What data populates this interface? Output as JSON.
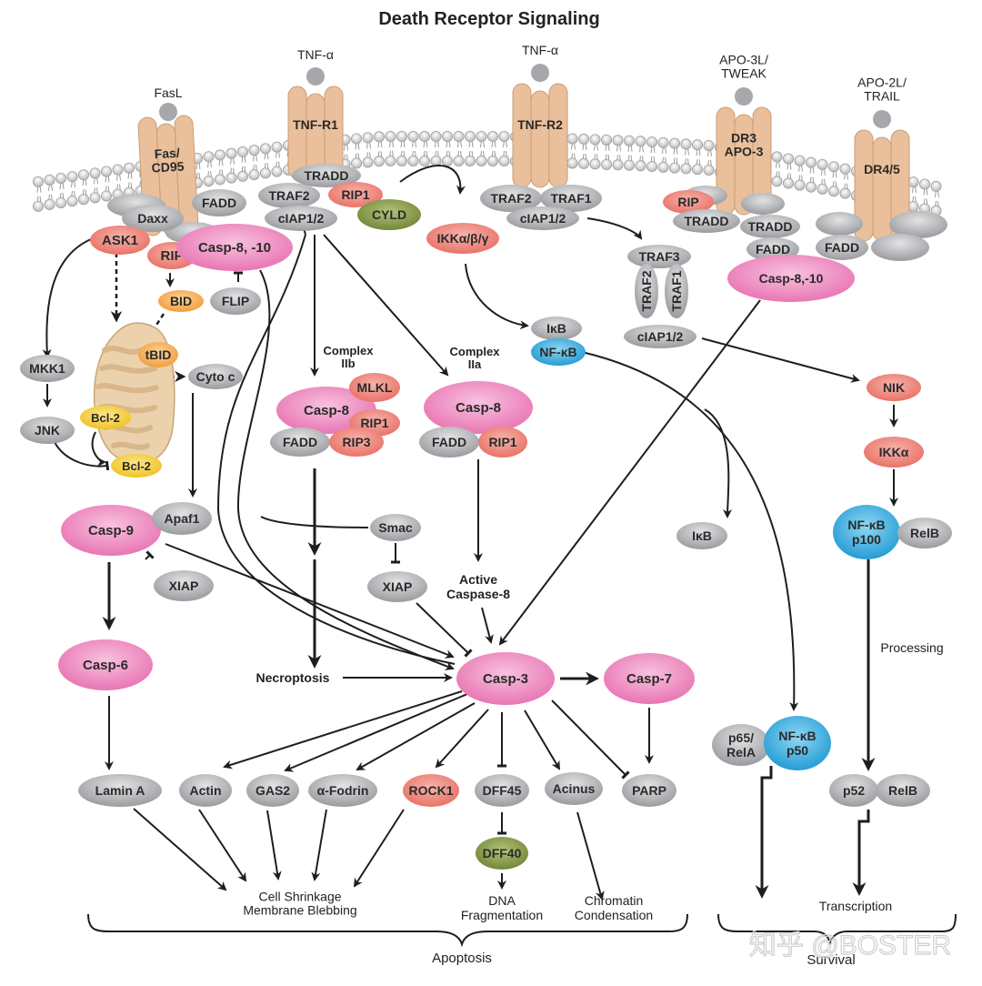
{
  "title": "Death Receptor Signaling",
  "colors": {
    "gray": "#a9aaad",
    "pink": "#ec7fba",
    "salmon": "#ec7d72",
    "orange": "#f3a84a",
    "yellow": "#f2c831",
    "olive": "#7f9140",
    "blue": "#2ea8dc",
    "receptor": "#e9c09b",
    "membrane": "#d6d6d6",
    "line": "#1e1e1e"
  },
  "ligands": [
    {
      "id": "fasl",
      "label": "FasL"
    },
    {
      "id": "tnfa1",
      "label": "TNF-α"
    },
    {
      "id": "tnfa2",
      "label": "TNF-α"
    },
    {
      "id": "apo3l",
      "label": "APO-3L/\nTWEAK"
    },
    {
      "id": "apo2l",
      "label": "APO-2L/\nTRAIL"
    }
  ],
  "receptors": [
    {
      "id": "fas",
      "label": "Fas/\nCD95"
    },
    {
      "id": "tnfr1",
      "label": "TNF-R1"
    },
    {
      "id": "tnfr2",
      "label": "TNF-R2"
    },
    {
      "id": "dr3",
      "label": "DR3\nAPO-3"
    },
    {
      "id": "dr45",
      "label": "DR4/5"
    }
  ],
  "nodes": [
    {
      "id": "daxx",
      "label": "Daxx",
      "color": "gray"
    },
    {
      "id": "fadd_fas",
      "label": "FADD",
      "color": "gray"
    },
    {
      "id": "ask1",
      "label": "ASK1",
      "color": "salmon"
    },
    {
      "id": "rip_fas",
      "label": "RIP",
      "color": "salmon"
    },
    {
      "id": "casp810_fas",
      "label": "Casp-8, -10",
      "color": "pink"
    },
    {
      "id": "bid",
      "label": "BID",
      "color": "orange"
    },
    {
      "id": "flip",
      "label": "FLIP",
      "color": "gray"
    },
    {
      "id": "tradd_r1",
      "label": "TRADD",
      "color": "gray"
    },
    {
      "id": "traf2_r1",
      "label": "TRAF2",
      "color": "gray"
    },
    {
      "id": "rip1_r1",
      "label": "RIP1",
      "color": "salmon"
    },
    {
      "id": "ciap_r1",
      "label": "cIAP1/2",
      "color": "gray"
    },
    {
      "id": "cyld",
      "label": "CYLD",
      "color": "olive"
    },
    {
      "id": "ikk",
      "label": "IKKα/β/γ",
      "color": "salmon"
    },
    {
      "id": "traf2_r2",
      "label": "TRAF2",
      "color": "gray"
    },
    {
      "id": "traf1_r2",
      "label": "TRAF1",
      "color": "gray"
    },
    {
      "id": "ciap_r2",
      "label": "cIAP1/2",
      "color": "gray"
    },
    {
      "id": "rip_dr3",
      "label": "RIP",
      "color": "salmon"
    },
    {
      "id": "tradd_dr3a",
      "label": "TRADD",
      "color": "gray"
    },
    {
      "id": "tradd_dr3b",
      "label": "TRADD",
      "color": "gray"
    },
    {
      "id": "fadd_dr3",
      "label": "FADD",
      "color": "gray"
    },
    {
      "id": "fadd_dr45",
      "label": "FADD",
      "color": "gray"
    },
    {
      "id": "casp810_dr",
      "label": "Casp-8,-10",
      "color": "pink"
    },
    {
      "id": "traf3",
      "label": "TRAF3",
      "color": "gray"
    },
    {
      "id": "traf2_v",
      "label": "TRAF2",
      "color": "gray"
    },
    {
      "id": "traf1_v",
      "label": "TRAF1",
      "color": "gray"
    },
    {
      "id": "ciap_v",
      "label": "cIAP1/2",
      "color": "gray"
    },
    {
      "id": "ikb_top",
      "label": "IκB",
      "color": "gray"
    },
    {
      "id": "nfkb_top",
      "label": "NF-κB",
      "color": "blue"
    },
    {
      "id": "mkk1",
      "label": "MKK1",
      "color": "gray"
    },
    {
      "id": "jnk",
      "label": "JNK",
      "color": "gray"
    },
    {
      "id": "tbid",
      "label": "tBID",
      "color": "orange"
    },
    {
      "id": "cytoc",
      "label": "Cyto c",
      "color": "gray"
    },
    {
      "id": "bcl2a",
      "label": "Bcl-2",
      "color": "yellow"
    },
    {
      "id": "bcl2b",
      "label": "Bcl-2",
      "color": "yellow"
    },
    {
      "id": "casp8_iib",
      "label": "Casp-8",
      "color": "pink"
    },
    {
      "id": "mlkl",
      "label": "MLKL",
      "color": "salmon"
    },
    {
      "id": "rip1_iib",
      "label": "RIP1",
      "color": "salmon"
    },
    {
      "id": "fadd_iib",
      "label": "FADD",
      "color": "gray"
    },
    {
      "id": "rip3",
      "label": "RIP3",
      "color": "salmon"
    },
    {
      "id": "casp8_iia",
      "label": "Casp-8",
      "color": "pink"
    },
    {
      "id": "fadd_iia",
      "label": "FADD",
      "color": "gray"
    },
    {
      "id": "rip1_iia",
      "label": "RIP1",
      "color": "salmon"
    },
    {
      "id": "nik",
      "label": "NIK",
      "color": "salmon"
    },
    {
      "id": "ikka",
      "label": "IKKα",
      "color": "salmon"
    },
    {
      "id": "nfkb_p100",
      "label": "NF-κB\np100",
      "color": "blue"
    },
    {
      "id": "relb_top",
      "label": "RelB",
      "color": "gray"
    },
    {
      "id": "ikb_mid",
      "label": "IκB",
      "color": "gray"
    },
    {
      "id": "casp9",
      "label": "Casp-9",
      "color": "pink"
    },
    {
      "id": "apaf1",
      "label": "Apaf1",
      "color": "gray"
    },
    {
      "id": "xiap_left",
      "label": "XIAP",
      "color": "gray"
    },
    {
      "id": "smac",
      "label": "Smac",
      "color": "gray"
    },
    {
      "id": "xiap_mid",
      "label": "XIAP",
      "color": "gray"
    },
    {
      "id": "casp6",
      "label": "Casp-6",
      "color": "pink"
    },
    {
      "id": "casp3",
      "label": "Casp-3",
      "color": "pink"
    },
    {
      "id": "casp7",
      "label": "Casp-7",
      "color": "pink"
    },
    {
      "id": "p65",
      "label": "p65/\nRelA",
      "color": "gray"
    },
    {
      "id": "nfkb_p50",
      "label": "NF-κB\np50",
      "color": "blue"
    },
    {
      "id": "lamina",
      "label": "Lamin A",
      "color": "gray"
    },
    {
      "id": "actin",
      "label": "Actin",
      "color": "gray"
    },
    {
      "id": "gas2",
      "label": "GAS2",
      "color": "gray"
    },
    {
      "id": "fodrin",
      "label": "α-Fodrin",
      "color": "gray"
    },
    {
      "id": "rock1",
      "label": "ROCK1",
      "color": "salmon"
    },
    {
      "id": "dff45",
      "label": "DFF45",
      "color": "gray"
    },
    {
      "id": "acinus",
      "label": "Acinus",
      "color": "gray"
    },
    {
      "id": "parp",
      "label": "PARP",
      "color": "gray"
    },
    {
      "id": "dff40",
      "label": "DFF40",
      "color": "olive"
    },
    {
      "id": "p52",
      "label": "p52",
      "color": "gray"
    },
    {
      "id": "relb_bot",
      "label": "RelB",
      "color": "gray"
    }
  ],
  "labels": {
    "complex_iib": "Complex\nIIb",
    "complex_iia": "Complex\nIIa",
    "active_casp8": "Active\nCaspase-8",
    "necroptosis": "Necroptosis",
    "processing": "Processing",
    "cell_shrinkage": "Cell Shrinkage\nMembrane Blebbing",
    "dna_frag": "DNA\nFragmentation",
    "chromatin": "Chromatin\nCondensation",
    "transcription": "Transcription",
    "apoptosis": "Apoptosis",
    "survival": "Survival",
    "watermark": "知乎 @BOSTER"
  }
}
